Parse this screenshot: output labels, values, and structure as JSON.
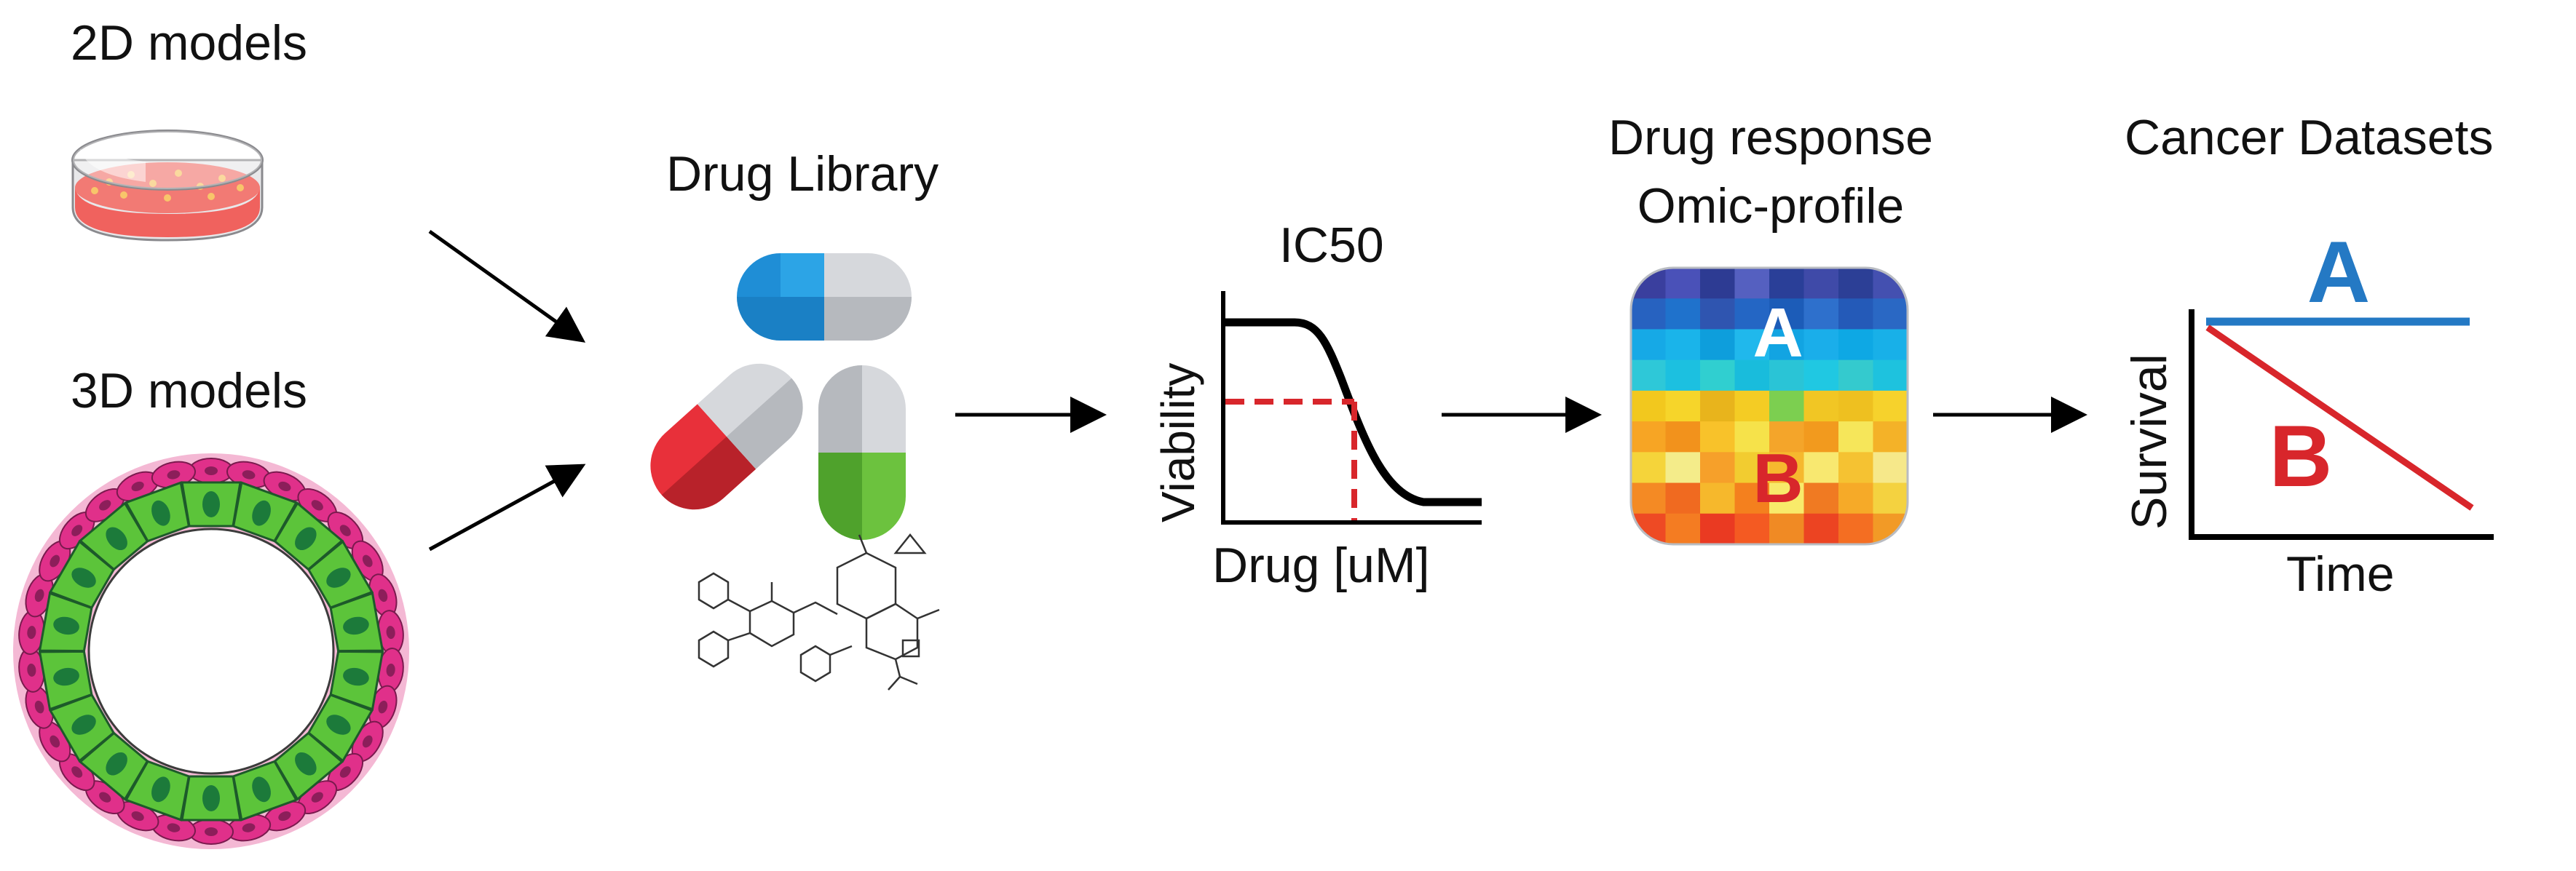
{
  "labels": {
    "models_2d": "2D models",
    "models_3d": "3D models",
    "drug_library": "Drug Library",
    "ic50": "IC50",
    "viability": "Viability",
    "drug_conc": "Drug [uM]",
    "drug_response_line1": "Drug response",
    "drug_response_line2": "Omic-profile",
    "cancer_datasets": "Cancer Datasets",
    "heatmap_a": "A",
    "heatmap_b": "B",
    "survival": "Survival",
    "time": "Time",
    "group_a": "A",
    "group_b": "B"
  },
  "colors": {
    "dish_medium": "#f0625e",
    "cell_green": "#5cc43a",
    "cell_nucleus": "#1c7a3a",
    "cell_outer": "#e0308a",
    "capsule_blue": "#1f8ed6",
    "capsule_red": "#e8303a",
    "capsule_green": "#6cc23e",
    "capsule_gray": "#d0d3d7",
    "curve": "#000000",
    "ic50_dash": "#d8262b",
    "group_a": "#2479c4",
    "group_b": "#d8262b"
  },
  "heatmap_colors": [
    [
      "#3a3f9e",
      "#4a51b8",
      "#2d3b93",
      "#5560c0",
      "#2a3f98",
      "#3f4aa8",
      "#2c3f96",
      "#4450b0"
    ],
    [
      "#2762c0",
      "#1f72cc",
      "#2f55b0",
      "#2466c4",
      "#1c5cb8",
      "#2e70cc",
      "#245ab8",
      "#2a68c4"
    ],
    [
      "#16a9e6",
      "#1ab4ea",
      "#0e9edc",
      "#20b8ec",
      "#12a4e2",
      "#1aaeea",
      "#0ea8e4",
      "#18b0e8"
    ],
    [
      "#2ec8d8",
      "#1cc0e0",
      "#30cfd0",
      "#19bcdc",
      "#2ac4d6",
      "#20c8e2",
      "#34cace",
      "#1ec2de"
    ],
    [
      "#f2c81e",
      "#f6d52a",
      "#e8b41c",
      "#f4cc24",
      "#7ccf50",
      "#f1c624",
      "#eec020",
      "#f6d22c"
    ],
    [
      "#f7a524",
      "#f2921c",
      "#f8c22a",
      "#f6e24a",
      "#f4a52a",
      "#f29a1e",
      "#f6e65a",
      "#f4b228"
    ],
    [
      "#f5d43a",
      "#f4ec8a",
      "#f6a02a",
      "#f2cc30",
      "#f6b82e",
      "#f8e870",
      "#f5c232",
      "#f6e88a"
    ],
    [
      "#f48a24",
      "#f06a20",
      "#f6b82c",
      "#f4801e",
      "#f8ea6a",
      "#f07a22",
      "#f6aa28",
      "#f4d240"
    ],
    [
      "#ee4a24",
      "#f47c22",
      "#ea3a22",
      "#f45a22",
      "#f08a24",
      "#ec4422",
      "#f46e22",
      "#f29a26"
    ]
  ]
}
